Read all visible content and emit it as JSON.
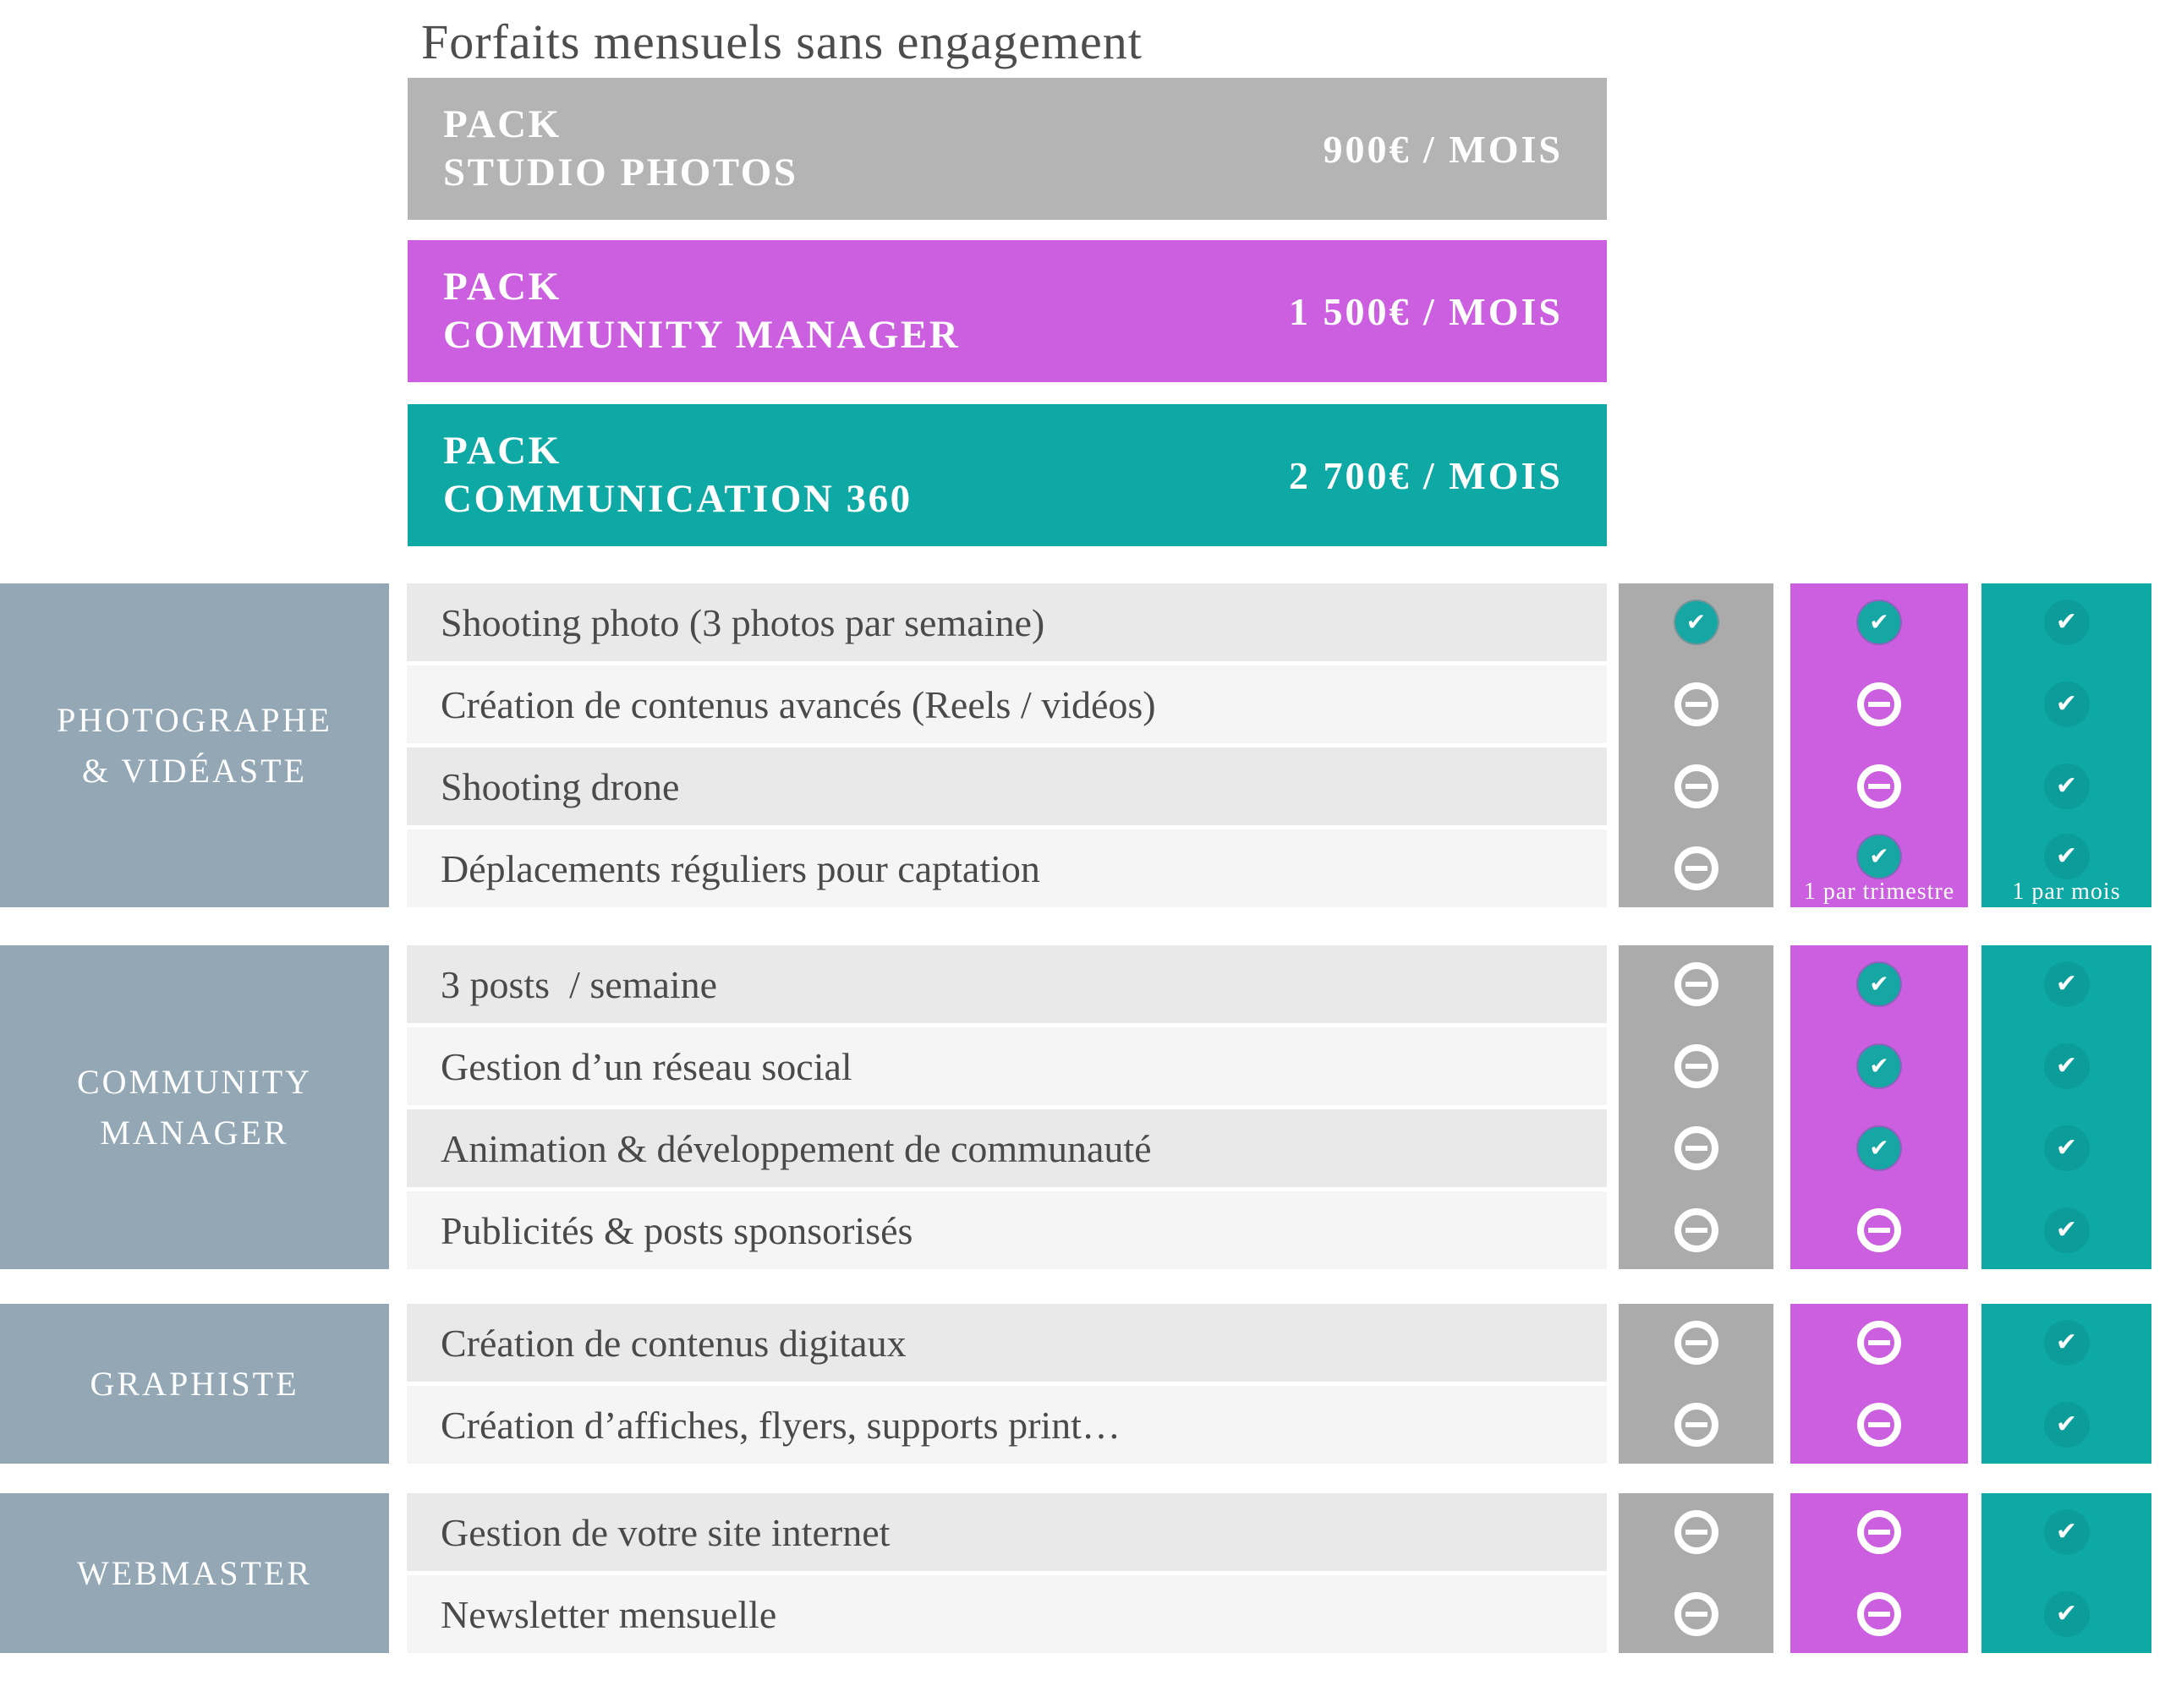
{
  "title": "Forfaits mensuels sans engagement",
  "colors": {
    "pack_gray": "#b4b4b4",
    "column_gray": "#ababab",
    "pack_magenta": "#cb5fe0",
    "pack_teal": "#0ea8a5",
    "category_slate": "#93a7b5",
    "check_badge_teal": "#16a6a3",
    "row_dark": "#e9e9e9",
    "row_light": "#f5f5f5",
    "text_gray": "#4a4a4a"
  },
  "packs": [
    {
      "name_line1": "PACK",
      "name_line2": "STUDIO PHOTOS",
      "price": "900€ / MOIS",
      "color": "#b4b4b4"
    },
    {
      "name_line1": "PACK",
      "name_line2": "COMMUNITY MANAGER",
      "price": "1 500€ / MOIS",
      "color": "#cb5fe0"
    },
    {
      "name_line1": "PACK",
      "name_line2": "COMMUNICATION 360",
      "price": "2 700€ / MOIS",
      "color": "#0ea8a5"
    }
  ],
  "sections": [
    {
      "label_line1": "PHOTOGRAPHE",
      "label_line2": "& VIDÉASTE",
      "rows": [
        {
          "label": "Shooting photo (3 photos par semaine)",
          "cells": [
            {
              "icon": "check-circle"
            },
            {
              "icon": "check-circle"
            },
            {
              "icon": "check"
            }
          ]
        },
        {
          "label": "Création de contenus avancés (Reels / vidéos)",
          "cells": [
            {
              "icon": "minus"
            },
            {
              "icon": "minus"
            },
            {
              "icon": "check"
            }
          ]
        },
        {
          "label": "Shooting drone",
          "cells": [
            {
              "icon": "minus"
            },
            {
              "icon": "minus"
            },
            {
              "icon": "check"
            }
          ]
        },
        {
          "label": "Déplacements réguliers pour captation",
          "cells": [
            {
              "icon": "minus"
            },
            {
              "icon": "check-circle",
              "caption": "1 par trimestre"
            },
            {
              "icon": "check",
              "caption": "1 par mois"
            }
          ]
        }
      ]
    },
    {
      "label_line1": "COMMUNITY",
      "label_line2": "MANAGER",
      "rows": [
        {
          "label": "3 posts  / semaine",
          "cells": [
            {
              "icon": "minus"
            },
            {
              "icon": "check-circle"
            },
            {
              "icon": "check"
            }
          ]
        },
        {
          "label": "Gestion d’un réseau social",
          "cells": [
            {
              "icon": "minus"
            },
            {
              "icon": "check-circle"
            },
            {
              "icon": "check"
            }
          ]
        },
        {
          "label": "Animation & développement de communauté",
          "cells": [
            {
              "icon": "minus"
            },
            {
              "icon": "check-circle"
            },
            {
              "icon": "check"
            }
          ]
        },
        {
          "label": "Publicités & posts sponsorisés",
          "cells": [
            {
              "icon": "minus"
            },
            {
              "icon": "minus"
            },
            {
              "icon": "check"
            }
          ]
        }
      ]
    },
    {
      "label_line1": "GRAPHISTE",
      "label_line2": "",
      "rows": [
        {
          "label": "Création de contenus digitaux",
          "cells": [
            {
              "icon": "minus"
            },
            {
              "icon": "minus"
            },
            {
              "icon": "check"
            }
          ]
        },
        {
          "label": "Création d’affiches, flyers, supports print…",
          "cells": [
            {
              "icon": "minus"
            },
            {
              "icon": "minus"
            },
            {
              "icon": "check"
            }
          ]
        }
      ]
    },
    {
      "label_line1": "WEBMASTER",
      "label_line2": "",
      "rows": [
        {
          "label": "Gestion de votre site internet",
          "cells": [
            {
              "icon": "minus"
            },
            {
              "icon": "minus"
            },
            {
              "icon": "check"
            }
          ]
        },
        {
          "label": "Newsletter mensuelle",
          "cells": [
            {
              "icon": "minus"
            },
            {
              "icon": "minus"
            },
            {
              "icon": "check"
            }
          ]
        }
      ]
    }
  ],
  "chart_data": {
    "type": "table",
    "title": "Forfaits mensuels sans engagement",
    "columns": [
      "PACK STUDIO PHOTOS (900€ / MOIS)",
      "PACK COMMUNITY MANAGER (1 500€ / MOIS)",
      "PACK COMMUNICATION 360 (2 700€ / MOIS)"
    ],
    "rows": [
      {
        "group": "PHOTOGRAPHE & VIDÉASTE",
        "feature": "Shooting photo (3 photos par semaine)",
        "values": [
          "inclus",
          "inclus",
          "inclus"
        ]
      },
      {
        "group": "PHOTOGRAPHE & VIDÉASTE",
        "feature": "Création de contenus avancés (Reels / vidéos)",
        "values": [
          "non",
          "non",
          "inclus"
        ]
      },
      {
        "group": "PHOTOGRAPHE & VIDÉASTE",
        "feature": "Shooting drone",
        "values": [
          "non",
          "non",
          "inclus"
        ]
      },
      {
        "group": "PHOTOGRAPHE & VIDÉASTE",
        "feature": "Déplacements réguliers pour captation",
        "values": [
          "non",
          "1 par trimestre",
          "1 par mois"
        ]
      },
      {
        "group": "COMMUNITY MANAGER",
        "feature": "3 posts / semaine",
        "values": [
          "non",
          "inclus",
          "inclus"
        ]
      },
      {
        "group": "COMMUNITY MANAGER",
        "feature": "Gestion d’un réseau social",
        "values": [
          "non",
          "inclus",
          "inclus"
        ]
      },
      {
        "group": "COMMUNITY MANAGER",
        "feature": "Animation & développement de communauté",
        "values": [
          "non",
          "inclus",
          "inclus"
        ]
      },
      {
        "group": "COMMUNITY MANAGER",
        "feature": "Publicités & posts sponsorisés",
        "values": [
          "non",
          "non",
          "inclus"
        ]
      },
      {
        "group": "GRAPHISTE",
        "feature": "Création de contenus digitaux",
        "values": [
          "non",
          "non",
          "inclus"
        ]
      },
      {
        "group": "GRAPHISTE",
        "feature": "Création d’affiches, flyers, supports print…",
        "values": [
          "non",
          "non",
          "inclus"
        ]
      },
      {
        "group": "WEBMASTER",
        "feature": "Gestion de votre site internet",
        "values": [
          "non",
          "non",
          "inclus"
        ]
      },
      {
        "group": "WEBMASTER",
        "feature": "Newsletter mensuelle",
        "values": [
          "non",
          "non",
          "inclus"
        ]
      }
    ]
  }
}
